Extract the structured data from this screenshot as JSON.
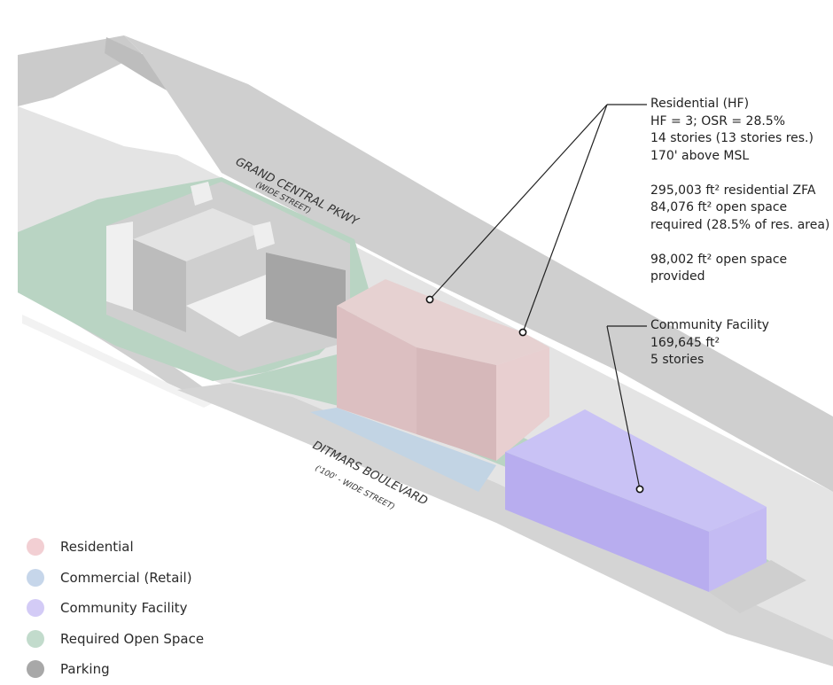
{
  "streets": {
    "north": "GRAND CENTRAL PKWY",
    "north_sub": "(WIDE STREET)",
    "south": "DITMARS BOULEVARD",
    "south_sub": "('100' - WIDE STREET)"
  },
  "annotations": {
    "residential": [
      "Residential (HF)",
      "HF = 3; OSR = 28.5%",
      "14 stories (13 stories res.)",
      "170' above MSL",
      "",
      "295,003 ft² residential ZFA",
      "84,076 ft² open space",
      "required (28.5% of res. area)",
      "",
      "98,002 ft² open space",
      "provided"
    ],
    "community": [
      "Community Facility",
      "169,645 ft²",
      "5 stories"
    ]
  },
  "legend": [
    {
      "label": "Residential",
      "color": "#f2cfd3"
    },
    {
      "label": "Commercial (Retail)",
      "color": "#c6d6ea"
    },
    {
      "label": "Community Facility",
      "color": "#d3cbf6"
    },
    {
      "label": "Required Open Space",
      "color": "#c2dbcc"
    },
    {
      "label": "Parking",
      "color": "#a8a8a8"
    }
  ],
  "colors": {
    "residential_top": "#e6d1d1",
    "residential_side": "#e0c2c3",
    "community_top": "#c6c0f4",
    "community_side": "#b7adef",
    "open_space": "#b7d3c2",
    "road": "#c9c9c9",
    "ground": "#e6e6e6"
  }
}
